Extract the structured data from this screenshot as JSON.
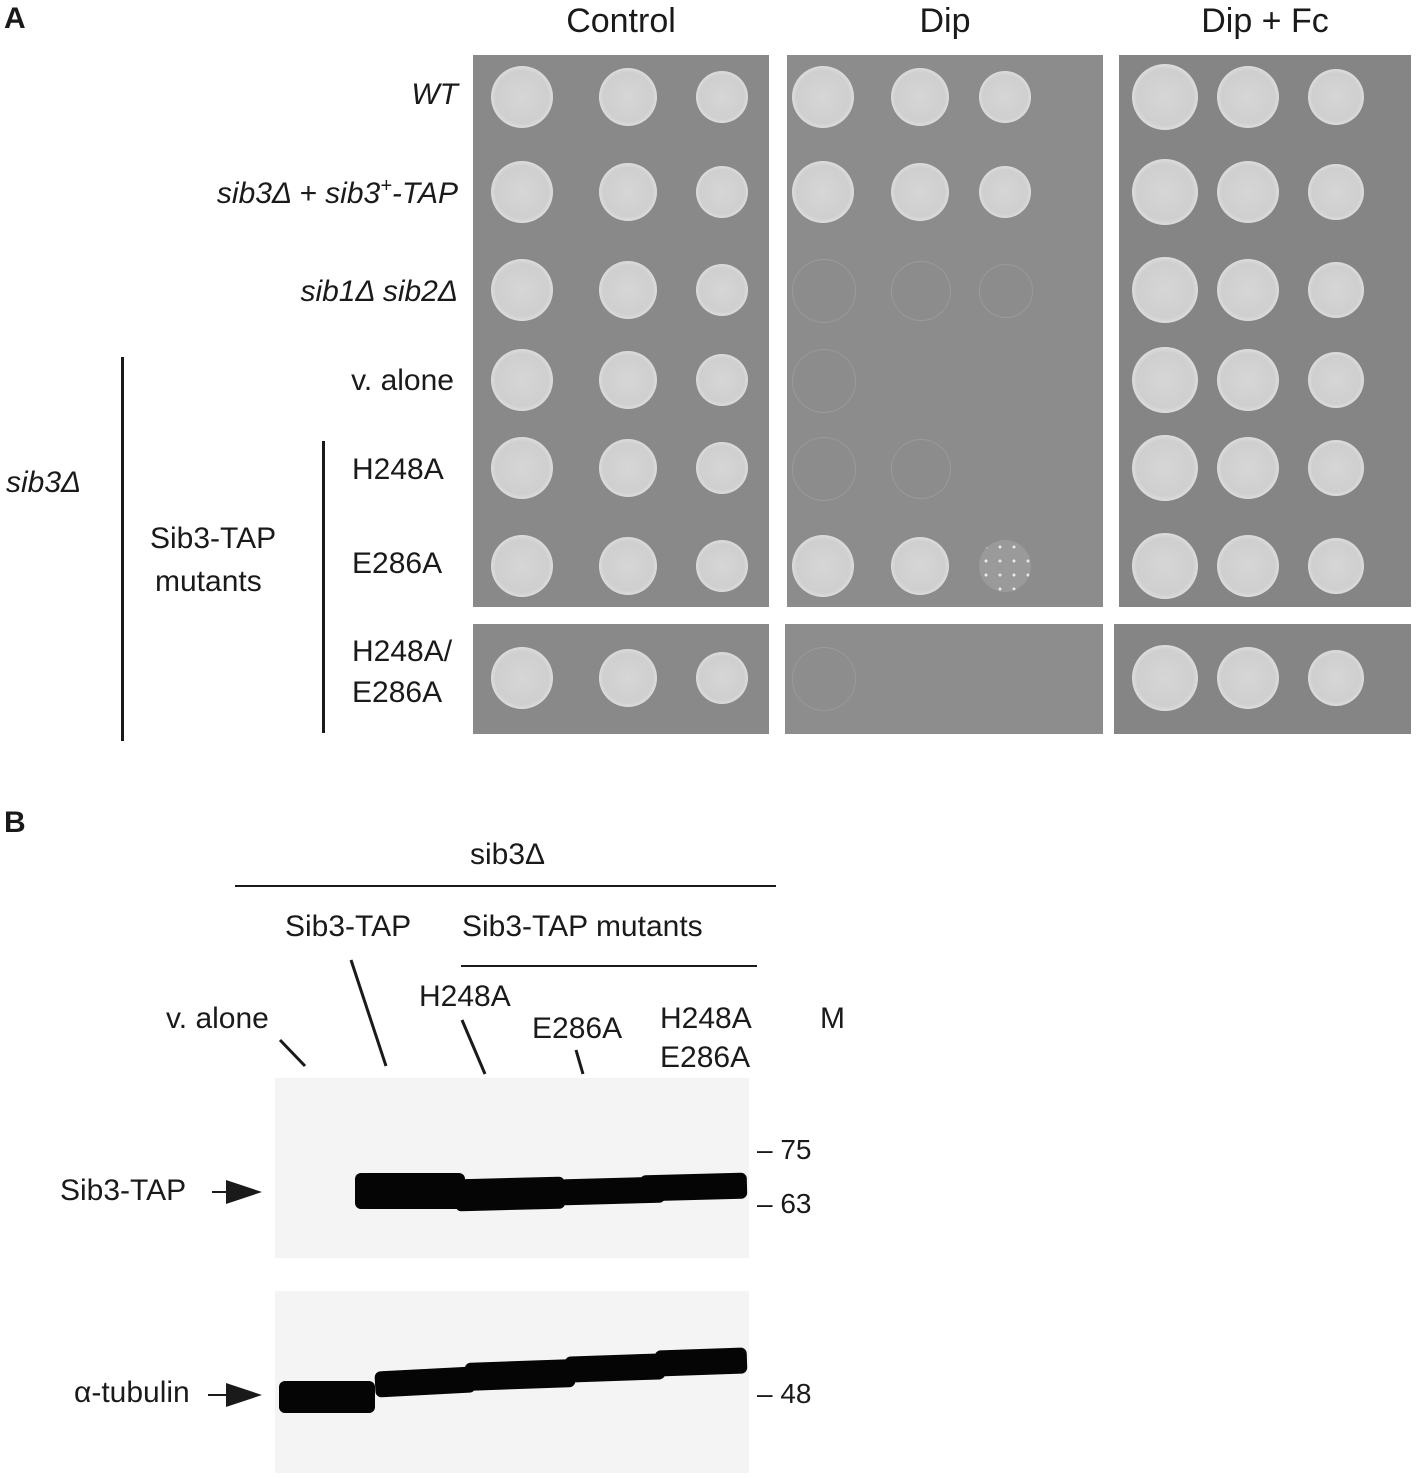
{
  "panel_a": {
    "letter": "A",
    "conditions": [
      "Control",
      "Dip",
      "Dip + Fc"
    ],
    "strains": {
      "wt": "WT",
      "sib3_complemented_pre": "sib3Δ + sib3",
      "sib3_complemented_sup": "+",
      "sib3_complemented_post": "-TAP",
      "sib1_sib2": "sib1Δ sib2Δ",
      "v_alone": "v. alone",
      "h248a": "H248A",
      "e286a": "E286A",
      "double_line1": "H248A/",
      "double_line2": "E286A"
    },
    "group_labels": {
      "sib3_delta": "sib3Δ",
      "mutants_line1": "Sib3-TAP",
      "mutants_line2": "mutants"
    },
    "growth_levels_note": [
      "WT: growth in all conditions",
      "sib3Δ + sib3+-TAP: growth in all conditions",
      "sib1Δ sib2Δ: no growth on Dip",
      "v. alone: no growth on Dip",
      "H248A: no growth on Dip",
      "E286A: growth on Dip",
      "H248A/E286A: no growth on Dip"
    ]
  },
  "panel_b": {
    "letter": "B",
    "top_group": "sib3Δ",
    "wt_label": "Sib3-TAP",
    "mutants_label": "Sib3-TAP mutants",
    "lanes": {
      "v_alone": "v. alone",
      "h248a": "H248A",
      "e286a": "E286A",
      "double_line1": "H248A",
      "double_line2": "E286A",
      "marker": "M"
    },
    "markers": [
      "– 75",
      "– 63",
      "– 48"
    ],
    "blot_labels": {
      "sib3_tap": "Sib3-TAP",
      "tubulin": "α-tubulin"
    }
  }
}
